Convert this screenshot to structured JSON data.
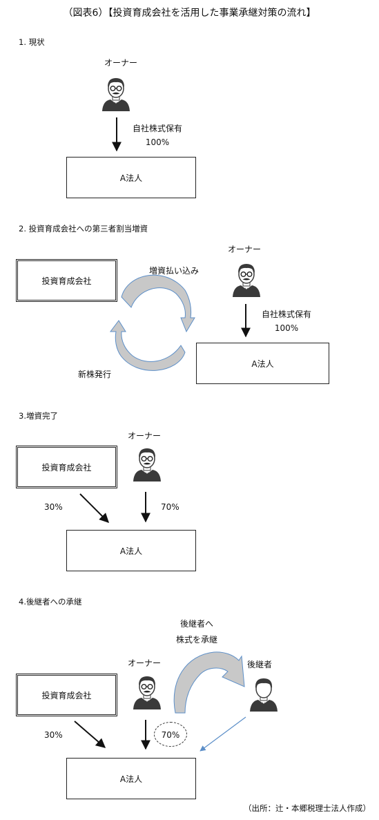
{
  "title": "（図表6）【投資育成会社を活用した事業承継対策の流れ】",
  "source": "（出所：辻・本郷税理士法人作成）",
  "section1": {
    "heading": "1.  現状",
    "owner": "オーナー",
    "holding_label": "自社株式保有",
    "holding_pct": "100%",
    "company": "A法人"
  },
  "section2": {
    "heading": "2.  投資育成会社への第三者割当増資",
    "investor": "投資育成会社",
    "payment": "増資払い込み",
    "new_shares": "新株発行",
    "owner": "オーナー",
    "holding_label": "自社株式保有",
    "holding_pct": "100%",
    "company": "A法人"
  },
  "section3": {
    "heading": "3.増資完了",
    "investor": "投資育成会社",
    "owner": "オーナー",
    "investor_pct": "30%",
    "owner_pct": "70%",
    "company": "A法人"
  },
  "section4": {
    "heading": "4.後継者への承継",
    "transfer_line1": "後継者へ",
    "transfer_line2": "株式を承継",
    "successor": "後継者",
    "owner": "オーナー",
    "investor": "投資育成会社",
    "investor_pct": "30%",
    "owner_pct": "70%",
    "company": "A法人"
  },
  "colors": {
    "line": "#111111",
    "accent_blue": "#5b8ec8",
    "gray_fill": "#c8c8c8",
    "person_dark": "#3a3a3a"
  }
}
